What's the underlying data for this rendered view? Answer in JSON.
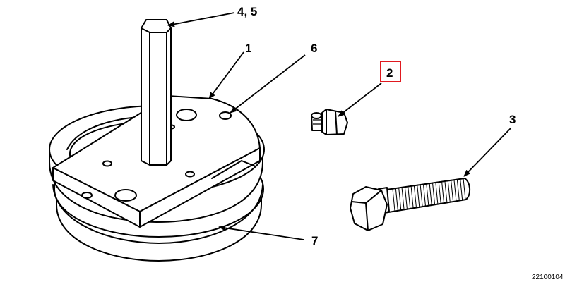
{
  "figure": {
    "figure_id": "22100104",
    "callouts": {
      "c45": "4, 5",
      "c1": "1",
      "c6": "6",
      "c2": "2",
      "c3": "3",
      "c7": "7"
    },
    "highlighted_callout": "2",
    "colors": {
      "line": "#000000",
      "background": "#ffffff",
      "highlight": "#e0191f"
    }
  }
}
